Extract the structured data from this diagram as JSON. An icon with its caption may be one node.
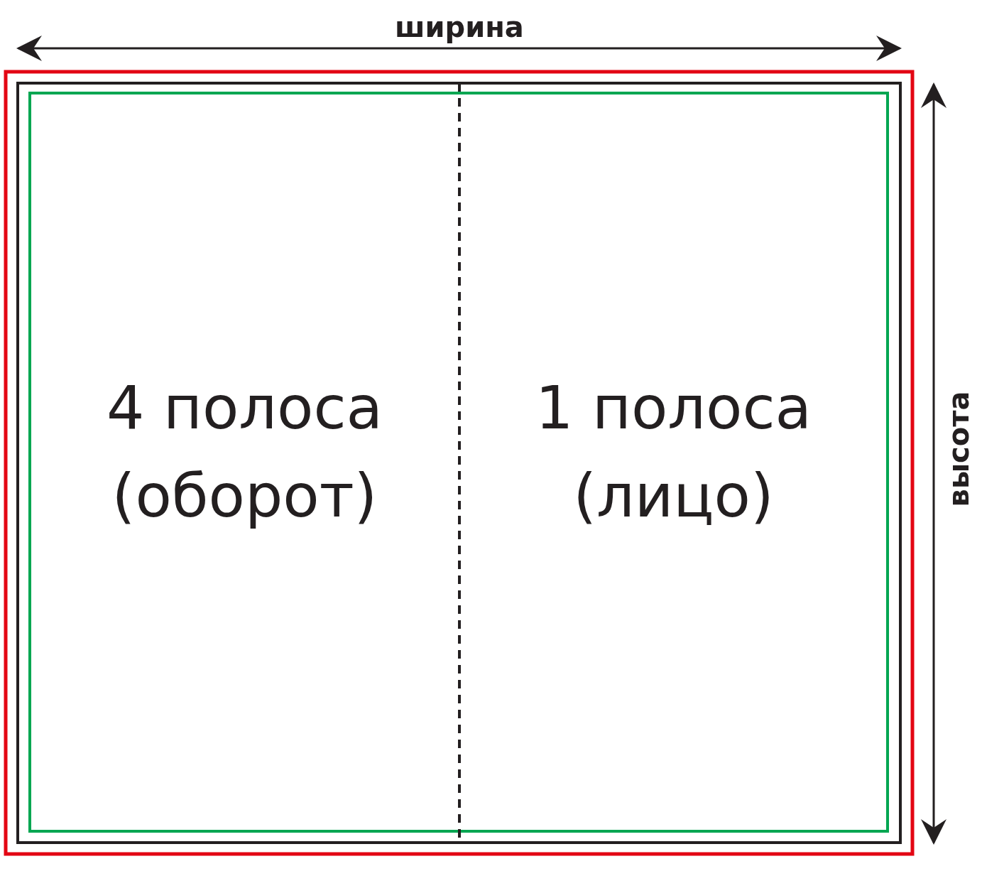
{
  "diagram": {
    "nodes": [
      {
        "text": [
          "4 полоса (оборот)"
        ]
      },
      {
        "text": [
          "1 полоса (лицо)"
        ]
      }
    ],
    "labels": [
      "ширина",
      "высота"
    ]
  }
}
